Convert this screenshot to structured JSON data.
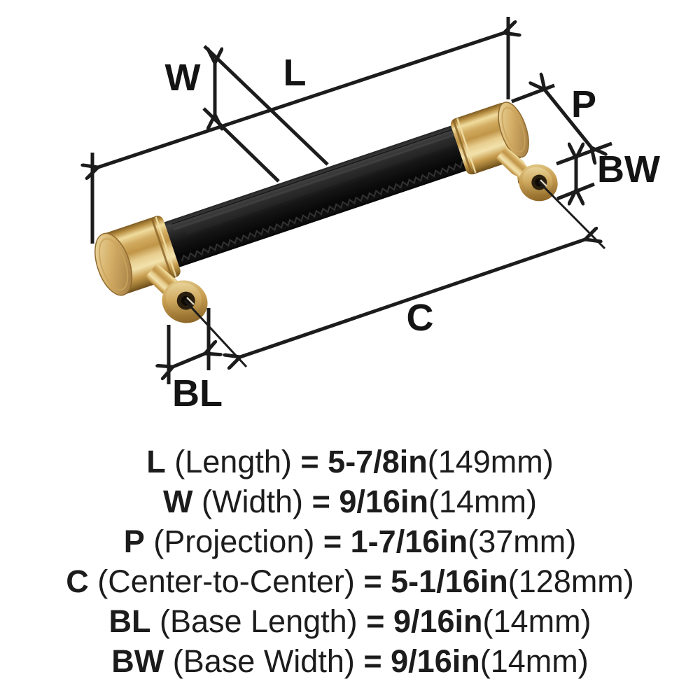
{
  "colors": {
    "background": "#ffffff",
    "line": "#1c1c1c",
    "brass": "#c99d52",
    "leather": "#121212"
  },
  "diagram": {
    "labels": {
      "w": "W",
      "l": "L",
      "p": "P",
      "bw": "BW",
      "c": "C",
      "bl": "BL"
    }
  },
  "specs": [
    {
      "code": "L",
      "name": "(Length)",
      "eq": "=",
      "value": "5-7/8in",
      "metric": "(149mm)"
    },
    {
      "code": "W",
      "name": "(Width)",
      "eq": "=",
      "value": "9/16in",
      "metric": "(14mm)"
    },
    {
      "code": "P",
      "name": "(Projection)",
      "eq": "=",
      "value": "1-7/16in",
      "metric": "(37mm)"
    },
    {
      "code": "C",
      "name": "(Center-to-Center)",
      "eq": "=",
      "value": "5-1/16in",
      "metric": "(128mm)"
    },
    {
      "code": "BL",
      "name": "(Base Length)",
      "eq": "=",
      "value": "9/16in",
      "metric": "(14mm)"
    },
    {
      "code": "BW",
      "name": "(Base Width)",
      "eq": "=",
      "value": "9/16in",
      "metric": "(14mm)"
    }
  ]
}
